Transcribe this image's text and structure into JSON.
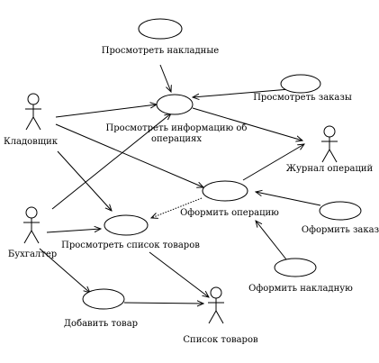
{
  "diagram": {
    "actors": {
      "storekeeper": "Кладовщик",
      "accountant": "Бухгалтер",
      "journal": "Журнал операций",
      "goods_list": "Список товаров"
    },
    "use_cases": {
      "view_invoices": "Просмотреть накладные",
      "view_orders": "Просмотреть заказы",
      "view_ops_info_line1": "Просмотреть информацию об",
      "view_ops_info_line2": "операциях",
      "make_operation": "Оформить операцию",
      "make_order": "Оформить заказ",
      "make_invoice": "Оформить накладную",
      "view_goods_list": "Просмотреть список товаров",
      "add_goods": "Добавить товар"
    }
  }
}
